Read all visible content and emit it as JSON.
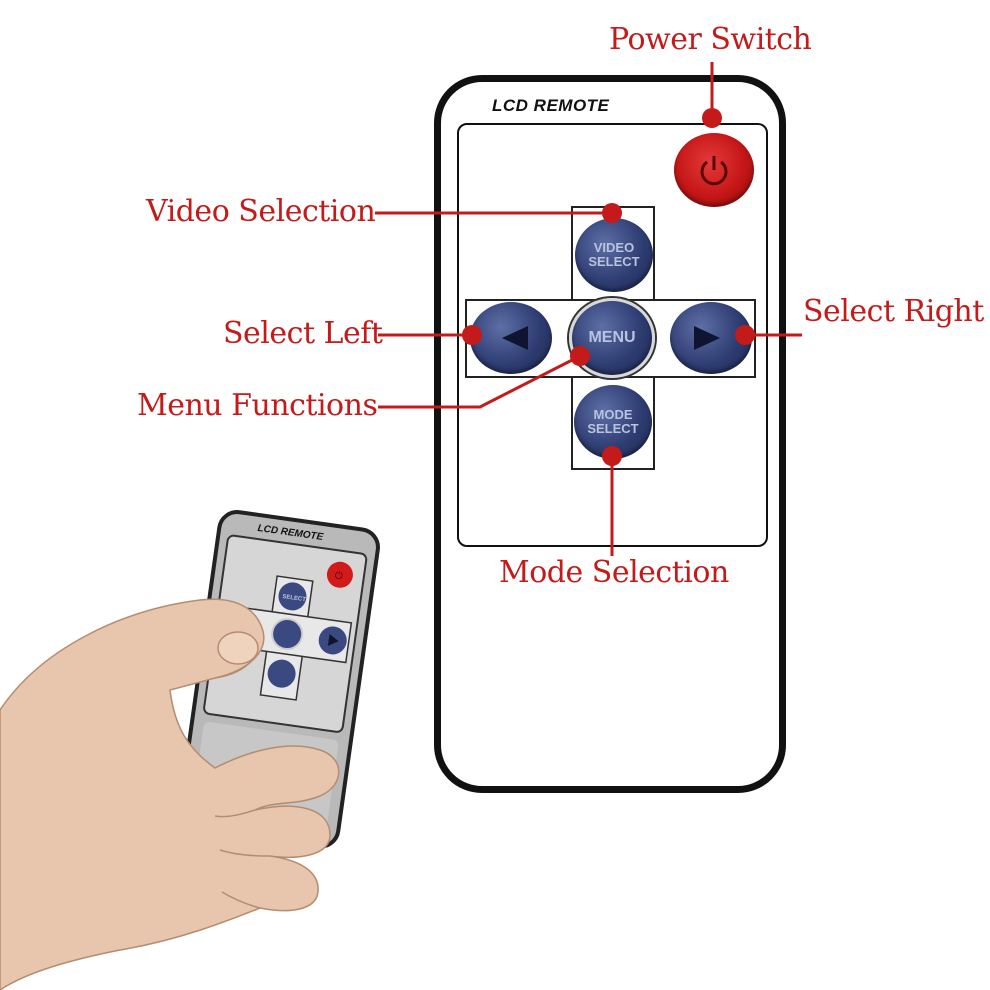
{
  "remote": {
    "title": "LCD REMOTE",
    "buttons": {
      "video": "VIDEO SELECT",
      "menu": "MENU",
      "mode": "MODE SELECT"
    }
  },
  "small_remote": {
    "title": "LCD REMOTE",
    "select_text": "SELECT"
  },
  "callouts": {
    "power": "Power Switch",
    "video": "Video Selection",
    "select_left": "Select Left",
    "select_right": "Select Right",
    "menu": "Menu Functions",
    "mode": "Mode Selection"
  },
  "colors": {
    "callout": "#c41a1a",
    "button_blue": "#2e3d72",
    "power_red": "#c41616"
  }
}
